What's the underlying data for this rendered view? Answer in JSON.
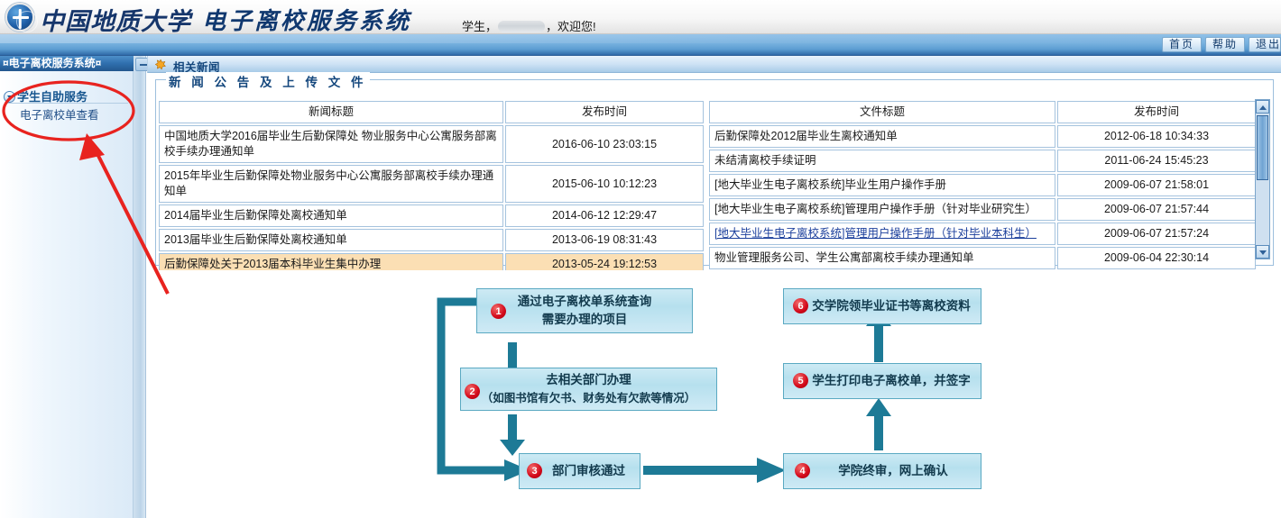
{
  "banner": {
    "logo_icon": "university-crest-icon",
    "university_name": "中国地质大学",
    "system_name": "电子离校服务系统",
    "greeting_prefix": "学生，",
    "greeting_suffix": "，欢迎您!"
  },
  "navbar": {
    "buttons": [
      {
        "label": "首页",
        "name": "home-button"
      },
      {
        "label": "帮助",
        "name": "help-button"
      },
      {
        "label": "退出",
        "name": "logout-button"
      }
    ]
  },
  "sidebar": {
    "title": "¤电子离校服务系统¤",
    "collapse_icon": "collapse-minus-icon",
    "group_label": "学生自助服务",
    "group_icon": "chevron-down-circle-icon",
    "items": [
      {
        "label": "电子离校单查看",
        "name": "sidebar-item-leave-form"
      }
    ]
  },
  "panel": {
    "icon": "star-burst-icon",
    "title": "相关新闻",
    "legend": "新 闻 公 告 及 上 传 文 件"
  },
  "news_table": {
    "name": "news-announcement-table",
    "headers": [
      "新闻标题",
      "发布时间"
    ],
    "rows": [
      {
        "title": "中国地质大学2016届毕业生后勤保障处 物业服务中心公寓服务部离校手续办理通知单",
        "time": "2016-06-10 23:03:15",
        "highlight": false,
        "link": false
      },
      {
        "title": "2015年毕业生后勤保障处物业服务中心公寓服务部离校手续办理通知单",
        "time": "2015-06-10 10:12:23",
        "highlight": false,
        "link": false
      },
      {
        "title": "2014届毕业生后勤保障处离校通知单",
        "time": "2014-06-12 12:29:47",
        "highlight": false,
        "link": false
      },
      {
        "title": "2013届毕业生后勤保障处离校通知单",
        "time": "2013-06-19 08:31:43",
        "highlight": false,
        "link": false
      },
      {
        "title": "后勤保障处关于2013届本科毕业生集中办理",
        "time": "2013-05-24 19:12:53",
        "highlight": true,
        "link": false
      }
    ]
  },
  "file_table": {
    "name": "uploaded-files-table",
    "headers": [
      "文件标题",
      "发布时间"
    ],
    "rows": [
      {
        "title": "后勤保障处2012届毕业生离校通知单",
        "time": "2012-06-18 10:34:33",
        "highlight": false,
        "link": false
      },
      {
        "title": "未结清离校手续证明",
        "time": "2011-06-24 15:45:23",
        "highlight": false,
        "link": false
      },
      {
        "title": "[地大毕业生电子离校系统]毕业生用户操作手册",
        "time": "2009-06-07 21:58:01",
        "highlight": false,
        "link": false
      },
      {
        "title": "[地大毕业生电子离校系统]管理用户操作手册（针对毕业研究生）",
        "time": "2009-06-07 21:57:44",
        "highlight": false,
        "link": false
      },
      {
        "title": "[地大毕业生电子离校系统]管理用户操作手册（针对毕业本科生）",
        "time": "2009-06-07 21:57:24",
        "highlight": false,
        "link": true
      },
      {
        "title": "物业管理服务公司、学生公寓部离校手续办理通知单",
        "time": "2009-06-04 22:30:14",
        "highlight": false,
        "link": false
      }
    ]
  },
  "scrollbar": {
    "up_icon": "scroll-up-arrow-icon",
    "down_icon": "scroll-down-arrow-icon",
    "thumb_name": "scrollbar-thumb"
  },
  "flowchart": {
    "steps": [
      {
        "num": "1",
        "line1": "通过电子离校单系统查询",
        "line2": "需要办理的项目"
      },
      {
        "num": "2",
        "line1": "去相关部门办理",
        "line2": "（如图书馆有欠书、财务处有欠款等情况）"
      },
      {
        "num": "3",
        "line1": "部门审核通过",
        "line2": ""
      },
      {
        "num": "4",
        "line1": "学院终审，网上确认",
        "line2": ""
      },
      {
        "num": "5",
        "line1": "学生打印电子离校单，并签字",
        "line2": ""
      },
      {
        "num": "6",
        "line1": "交学院领毕业证书等离校资料",
        "line2": ""
      }
    ]
  },
  "annotations": {
    "ellipse_name": "red-highlight-ellipse",
    "arrow_name": "red-pointer-arrow"
  },
  "colors": {
    "header_blue": "#2f6aa8",
    "accent_dark_blue": "#14477d",
    "flow_box_fill": "#b6e0ee",
    "flow_line": "#1d7a96",
    "badge_red": "#d3091a",
    "highlight_row": "#fbdfb4",
    "annotation_red": "#e8231f"
  }
}
